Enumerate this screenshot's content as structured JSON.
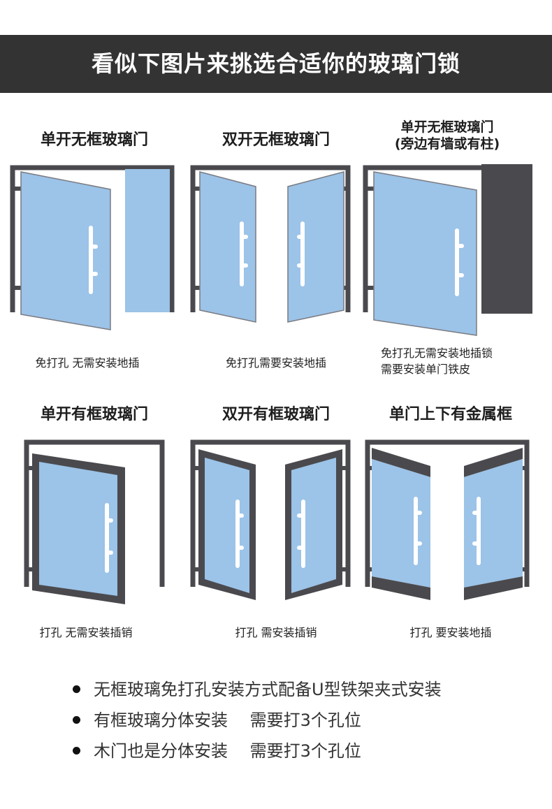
{
  "header": {
    "title": "看似下图片来挑选合适你的玻璃门锁"
  },
  "doors": [
    {
      "title_lines": [
        "单开无框玻璃门"
      ],
      "desc_lines": [
        "免打孔 无需安装地插"
      ]
    },
    {
      "title_lines": [
        "双开无框玻璃门"
      ],
      "desc_lines": [
        "免打孔需要安装地插"
      ]
    },
    {
      "title_lines": [
        "单开无框玻璃门",
        "(旁边有墙或有柱)"
      ],
      "desc_lines": [
        "免打孔无需安装地插锁",
        "需要安装单门铁皮"
      ]
    },
    {
      "title_lines": [
        "单开有框玻璃门"
      ],
      "desc_lines": [
        "打孔 无需安装插销"
      ]
    },
    {
      "title_lines": [
        "双开有框玻璃门"
      ],
      "desc_lines": [
        "打孔 需安装插销"
      ]
    },
    {
      "title_lines": [
        "单门上下有金属框"
      ],
      "desc_lines": [
        "打孔 要安装地插"
      ]
    }
  ],
  "notes": [
    "无框玻璃免打孔安装方式配备U型铁架夹式安装",
    "有框玻璃分体安装　 需要打3个孔位",
    "木门也是分体安装　 需要打3个孔位"
  ],
  "colors": {
    "banner": "#333333",
    "frame": "#4a4a4e",
    "glass": "#9cc3e8",
    "wall": "#4a4a4e"
  }
}
